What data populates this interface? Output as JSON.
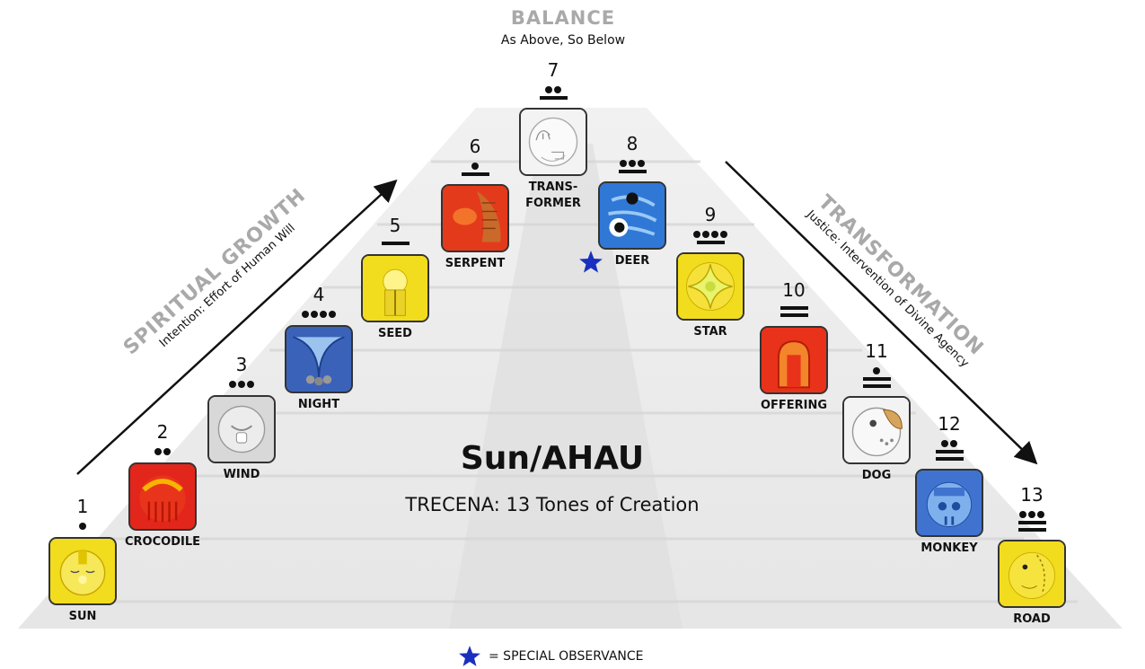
{
  "balance": {
    "title": "BALANCE",
    "subtitle": "As Above, So Below"
  },
  "left_arc": {
    "title": "SPIRITUAL GROWTH",
    "subtitle": "Intention: Effort of Human Will"
  },
  "right_arc": {
    "title": "TRANSFORMATION",
    "subtitle": "Justice: Intervention of Divine Agency"
  },
  "center": {
    "title": "Sun/AHAU",
    "subtitle": "TRECENA: 13 Tones of Creation"
  },
  "legend": {
    "text": "= SPECIAL OBSERVANCE",
    "star_color": "#1a2fbf"
  },
  "tones": [
    {
      "number": "1",
      "label": "SUN",
      "dots": 1,
      "bars": 0,
      "color": "#f2dc1e"
    },
    {
      "number": "2",
      "label": "CROCODILE",
      "dots": 2,
      "bars": 0,
      "color": "#e3261b"
    },
    {
      "number": "3",
      "label": "WIND",
      "dots": 3,
      "bars": 0,
      "color": "#d8d8d8"
    },
    {
      "number": "4",
      "label": "NIGHT",
      "dots": 4,
      "bars": 0,
      "color": "#3a62b8"
    },
    {
      "number": "5",
      "label": "SEED",
      "dots": 0,
      "bars": 1,
      "color": "#f2dc1e"
    },
    {
      "number": "6",
      "label": "SERPENT",
      "dots": 1,
      "bars": 1,
      "color": "#e43a1c"
    },
    {
      "number": "7",
      "label": "TRANS-\nFORMER",
      "dots": 2,
      "bars": 1,
      "color": "#f3f3f3"
    },
    {
      "number": "8",
      "label": "DEER",
      "dots": 3,
      "bars": 1,
      "color": "#2f78d6",
      "special": true
    },
    {
      "number": "9",
      "label": "STAR",
      "dots": 4,
      "bars": 1,
      "color": "#f2dc1e"
    },
    {
      "number": "10",
      "label": "OFFERING",
      "dots": 0,
      "bars": 2,
      "color": "#e8321a"
    },
    {
      "number": "11",
      "label": "DOG",
      "dots": 1,
      "bars": 2,
      "color": "#f3f3f3"
    },
    {
      "number": "12",
      "label": "MONKEY",
      "dots": 2,
      "bars": 2,
      "color": "#3f73cf"
    },
    {
      "number": "13",
      "label": "ROAD",
      "dots": 3,
      "bars": 2,
      "color": "#f2dc1e"
    }
  ]
}
